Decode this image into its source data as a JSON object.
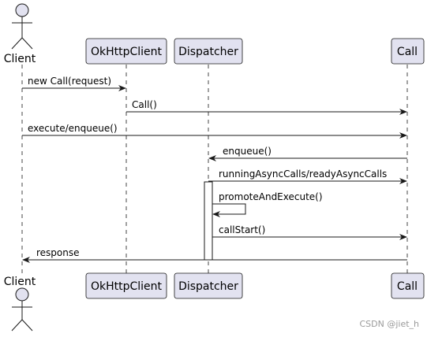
{
  "participants": {
    "client": {
      "label": "Client",
      "kind": "actor"
    },
    "okhttp": {
      "label": "OkHttpClient"
    },
    "dispatcher": {
      "label": "Dispatcher"
    },
    "call": {
      "label": "Call"
    }
  },
  "messages": [
    {
      "text": "new Call(request)"
    },
    {
      "text": "Call()"
    },
    {
      "text": "execute/enqueue()"
    },
    {
      "text": "enqueue()"
    },
    {
      "text": "runningAsyncCalls/readyAsyncCalls"
    },
    {
      "text": "promoteAndExecute()"
    },
    {
      "text": "callStart()"
    },
    {
      "text": "response"
    }
  ],
  "watermark": "CSDN @jiet_h",
  "colors": {
    "box_fill": "#E2E2F0",
    "box_stroke": "#181818",
    "lifeline": "#181818"
  }
}
